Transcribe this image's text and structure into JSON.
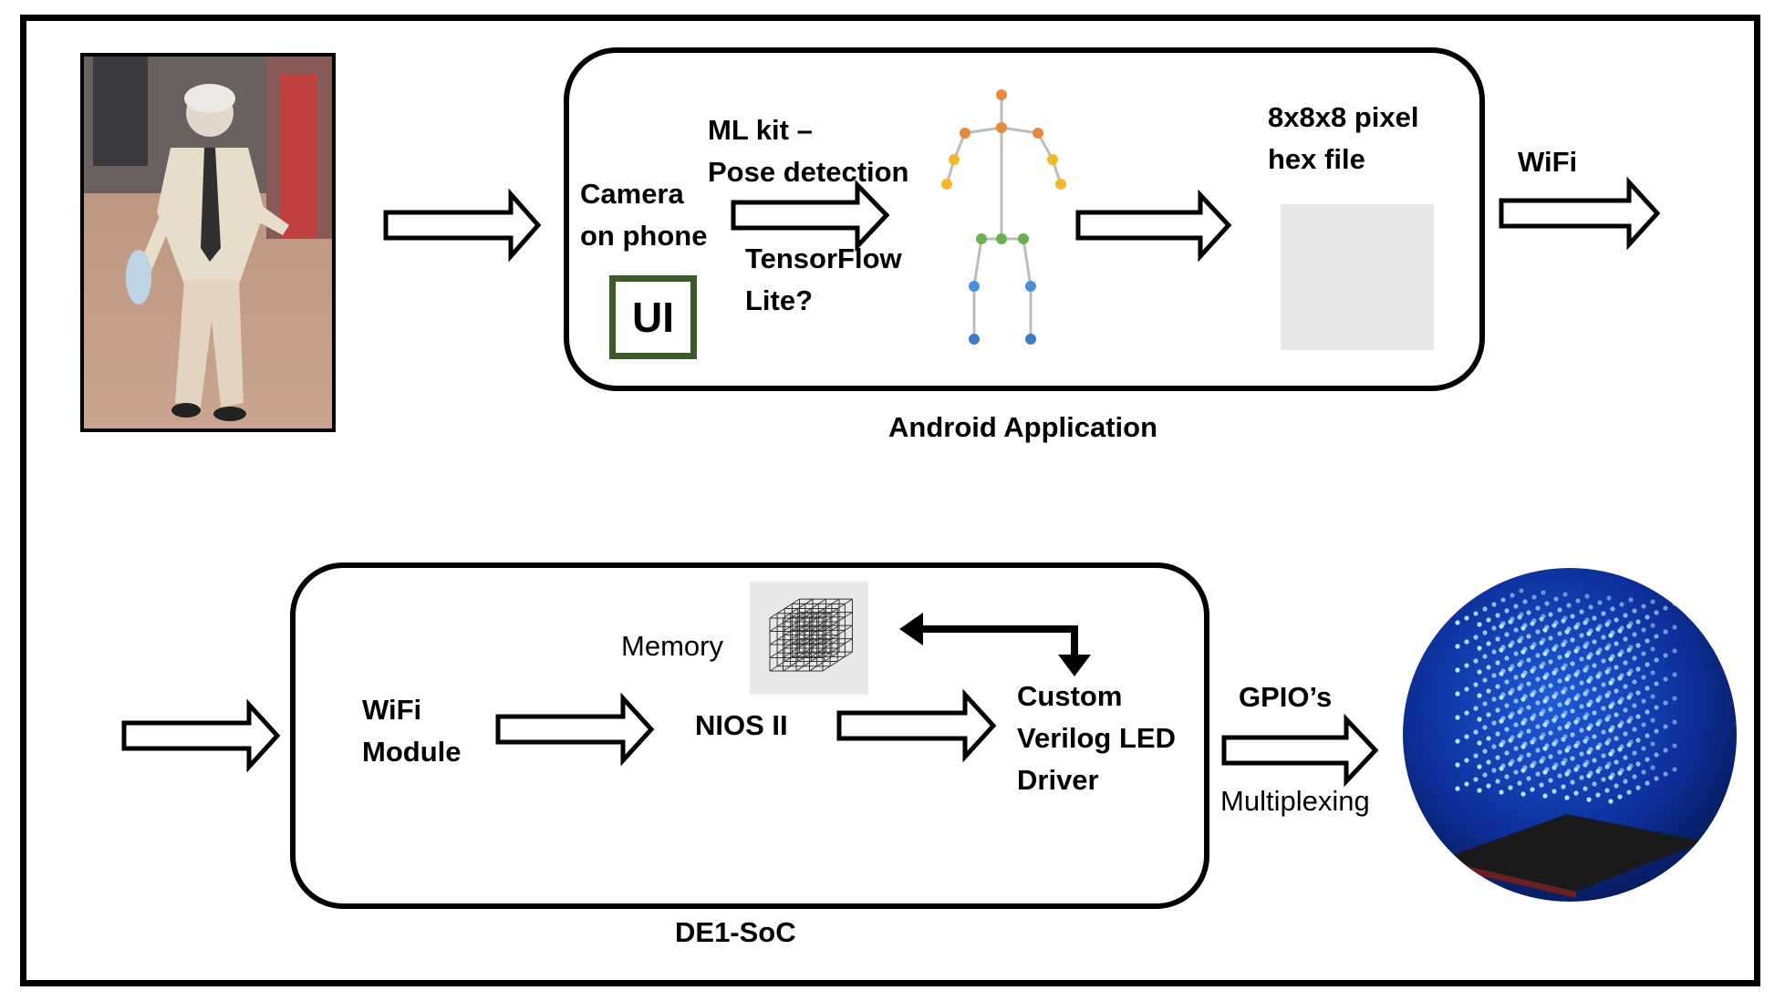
{
  "colors": {
    "ui_badge_border": "#3b5a2a",
    "skeleton_head": "#e8883a",
    "skeleton_arms_inner": "#e8883a",
    "skeleton_hands": "#f2b829",
    "skeleton_hips": "#6ab04c",
    "skeleton_legs": "#4a90d9",
    "led_blue": "#2e7bff"
  },
  "top": {
    "camera_label": "Camera\non phone",
    "ui_badge": "UI",
    "mlkit_label": "ML kit –\nPose detection",
    "tflite_label": "TensorFlow\nLite?",
    "hex_label": "8x8x8 pixel\nhex file",
    "wifi_label": "WiFi",
    "group_label": "Android Application"
  },
  "bottom": {
    "wifi_module_label": "WiFi\nModule",
    "memory_label": "Memory",
    "nios_label": "NIOS II",
    "driver_label": "Custom\nVerilog LED\nDriver",
    "gpio_label": "GPIO’s",
    "multiplexing_label": "Multiplexing",
    "group_label": "DE1-SoC"
  },
  "icons": {
    "photo": "dancing-man-photo-icon",
    "skeleton": "pose-skeleton-icon",
    "cube": "wireframe-cube-icon",
    "led_cube": "led-cube-photo-icon"
  }
}
